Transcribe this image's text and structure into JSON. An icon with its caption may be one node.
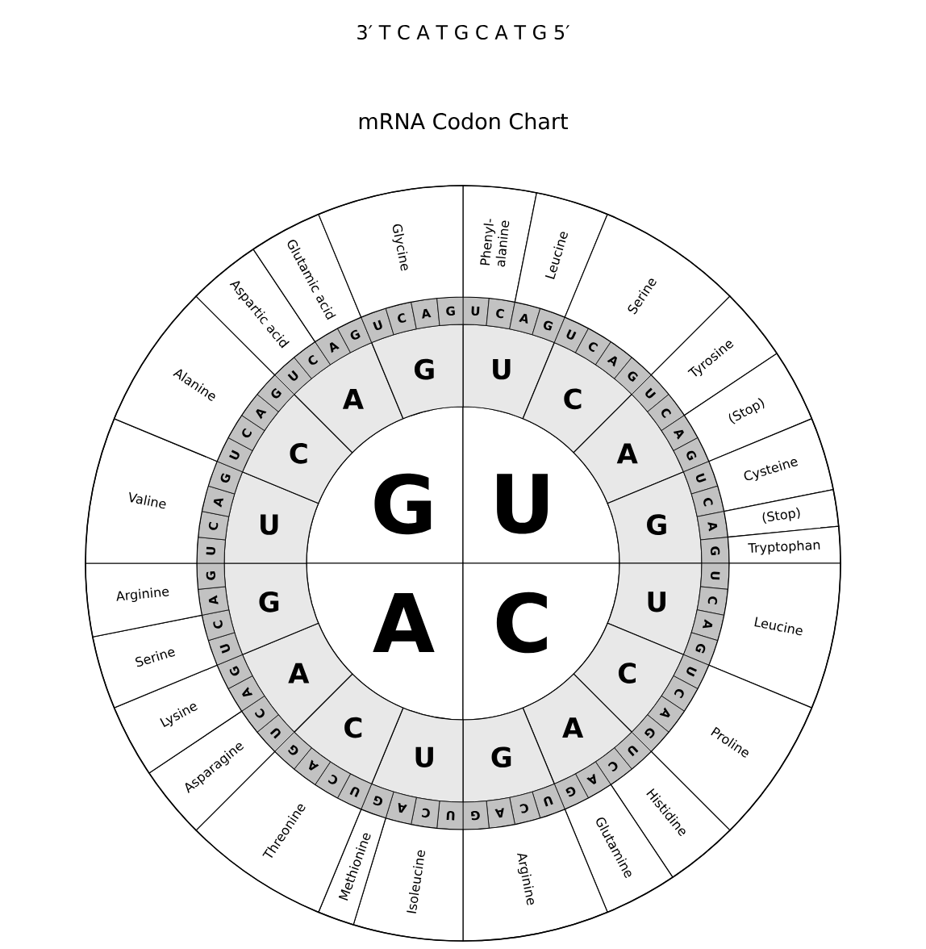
{
  "diagram": {
    "title": "mRNA Codon Chart",
    "labels": [
      "3′ T C A T G C A T G 5′"
    ],
    "nodes": [
      {
        "text": [
          "G"
        ]
      },
      {
        "text": [
          "U"
        ]
      },
      {
        "text": [
          "A"
        ]
      },
      {
        "text": [
          "C"
        ]
      },
      {
        "text": [
          "U"
        ]
      },
      {
        "text": [
          "C"
        ]
      },
      {
        "text": [
          "A"
        ]
      },
      {
        "text": [
          "G"
        ]
      },
      {
        "text": [
          "U"
        ]
      },
      {
        "text": [
          "C"
        ]
      },
      {
        "text": [
          "A"
        ]
      },
      {
        "text": [
          "G"
        ]
      },
      {
        "text": [
          "U"
        ]
      },
      {
        "text": [
          "C"
        ]
      },
      {
        "text": [
          "A"
        ]
      },
      {
        "text": [
          "G"
        ]
      },
      {
        "text": [
          "U"
        ]
      },
      {
        "text": [
          "C"
        ]
      },
      {
        "text": [
          "A"
        ]
      },
      {
        "text": [
          "G"
        ]
      },
      {
        "text": [
          "U"
        ]
      },
      {
        "text": [
          "C"
        ]
      },
      {
        "text": [
          "A"
        ]
      },
      {
        "text": [
          "G"
        ]
      },
      {
        "text": [
          "U"
        ]
      },
      {
        "text": [
          "C"
        ]
      },
      {
        "text": [
          "A"
        ]
      },
      {
        "text": [
          "G"
        ]
      },
      {
        "text": [
          "U"
        ]
      },
      {
        "text": [
          "C"
        ]
      },
      {
        "text": [
          "A"
        ]
      },
      {
        "text": [
          "G"
        ]
      },
      {
        "text": [
          "U"
        ]
      },
      {
        "text": [
          "C"
        ]
      },
      {
        "text": [
          "A"
        ]
      },
      {
        "text": [
          "G"
        ]
      },
      {
        "text": [
          "U"
        ]
      },
      {
        "text": [
          "C"
        ]
      },
      {
        "text": [
          "A"
        ]
      },
      {
        "text": [
          "G"
        ]
      },
      {
        "text": [
          "U"
        ]
      },
      {
        "text": [
          "C"
        ]
      },
      {
        "text": [
          "A"
        ]
      },
      {
        "text": [
          "G"
        ]
      },
      {
        "text": [
          "U"
        ]
      },
      {
        "text": [
          "C"
        ]
      },
      {
        "text": [
          "A"
        ]
      },
      {
        "text": [
          "G"
        ]
      },
      {
        "text": [
          "U"
        ]
      },
      {
        "text": [
          "C"
        ]
      },
      {
        "text": [
          "A"
        ]
      },
      {
        "text": [
          "G"
        ]
      },
      {
        "text": [
          "U"
        ]
      },
      {
        "text": [
          "C"
        ]
      },
      {
        "text": [
          "A"
        ]
      },
      {
        "text": [
          "G"
        ]
      },
      {
        "text": [
          "U"
        ]
      },
      {
        "text": [
          "C"
        ]
      },
      {
        "text": [
          "A"
        ]
      },
      {
        "text": [
          "G"
        ]
      },
      {
        "text": [
          "U"
        ]
      },
      {
        "text": [
          "C"
        ]
      },
      {
        "text": [
          "A"
        ]
      },
      {
        "text": [
          "G"
        ]
      },
      {
        "text": [
          "U"
        ]
      },
      {
        "text": [
          "C"
        ]
      },
      {
        "text": [
          "A"
        ]
      },
      {
        "text": [
          "G"
        ]
      },
      {
        "text": [
          "U"
        ]
      },
      {
        "text": [
          "C"
        ]
      },
      {
        "text": [
          "A"
        ]
      },
      {
        "text": [
          "G"
        ]
      },
      {
        "text": [
          "U"
        ]
      },
      {
        "text": [
          "C"
        ]
      },
      {
        "text": [
          "A"
        ]
      },
      {
        "text": [
          "G"
        ]
      },
      {
        "text": [
          "U"
        ]
      },
      {
        "text": [
          "C"
        ]
      },
      {
        "text": [
          "A"
        ]
      },
      {
        "text": [
          "G"
        ]
      },
      {
        "text": [
          "U"
        ]
      },
      {
        "text": [
          "C"
        ]
      },
      {
        "text": [
          "A"
        ]
      },
      {
        "text": [
          "G"
        ]
      },
      {
        "text": [
          "Phenyl- alanine"
        ]
      },
      {
        "text": [
          "Leucine"
        ]
      },
      {
        "text": [
          "Serine"
        ]
      },
      {
        "text": [
          "Tyrosine"
        ]
      },
      {
        "text": [
          "(Stop)"
        ]
      },
      {
        "text": [
          "Cysteine"
        ]
      },
      {
        "text": [
          "(Stop)"
        ]
      },
      {
        "text": [
          "Tryptophan"
        ]
      },
      {
        "text": [
          "Leucine"
        ]
      },
      {
        "text": [
          "Proline"
        ]
      },
      {
        "text": [
          "Histidine"
        ]
      },
      {
        "text": [
          "Glutamine"
        ]
      },
      {
        "text": [
          "Arginine"
        ]
      },
      {
        "text": [
          "Isoleucine"
        ]
      },
      {
        "text": [
          "Methionine"
        ]
      },
      {
        "text": [
          "Threonine"
        ]
      },
      {
        "text": [
          "Asparagine"
        ]
      },
      {
        "text": [
          "Lysine"
        ]
      },
      {
        "text": [
          "Serine"
        ]
      },
      {
        "text": [
          "Arginine"
        ]
      },
      {
        "text": [
          "Valine"
        ]
      },
      {
        "text": [
          "Alanine"
        ]
      },
      {
        "text": [
          "Aspartic acid"
        ]
      },
      {
        "text": [
          "Glutamic acid"
        ]
      },
      {
        "text": [
          "Glycine"
        ]
      }
    ]
  }
}
